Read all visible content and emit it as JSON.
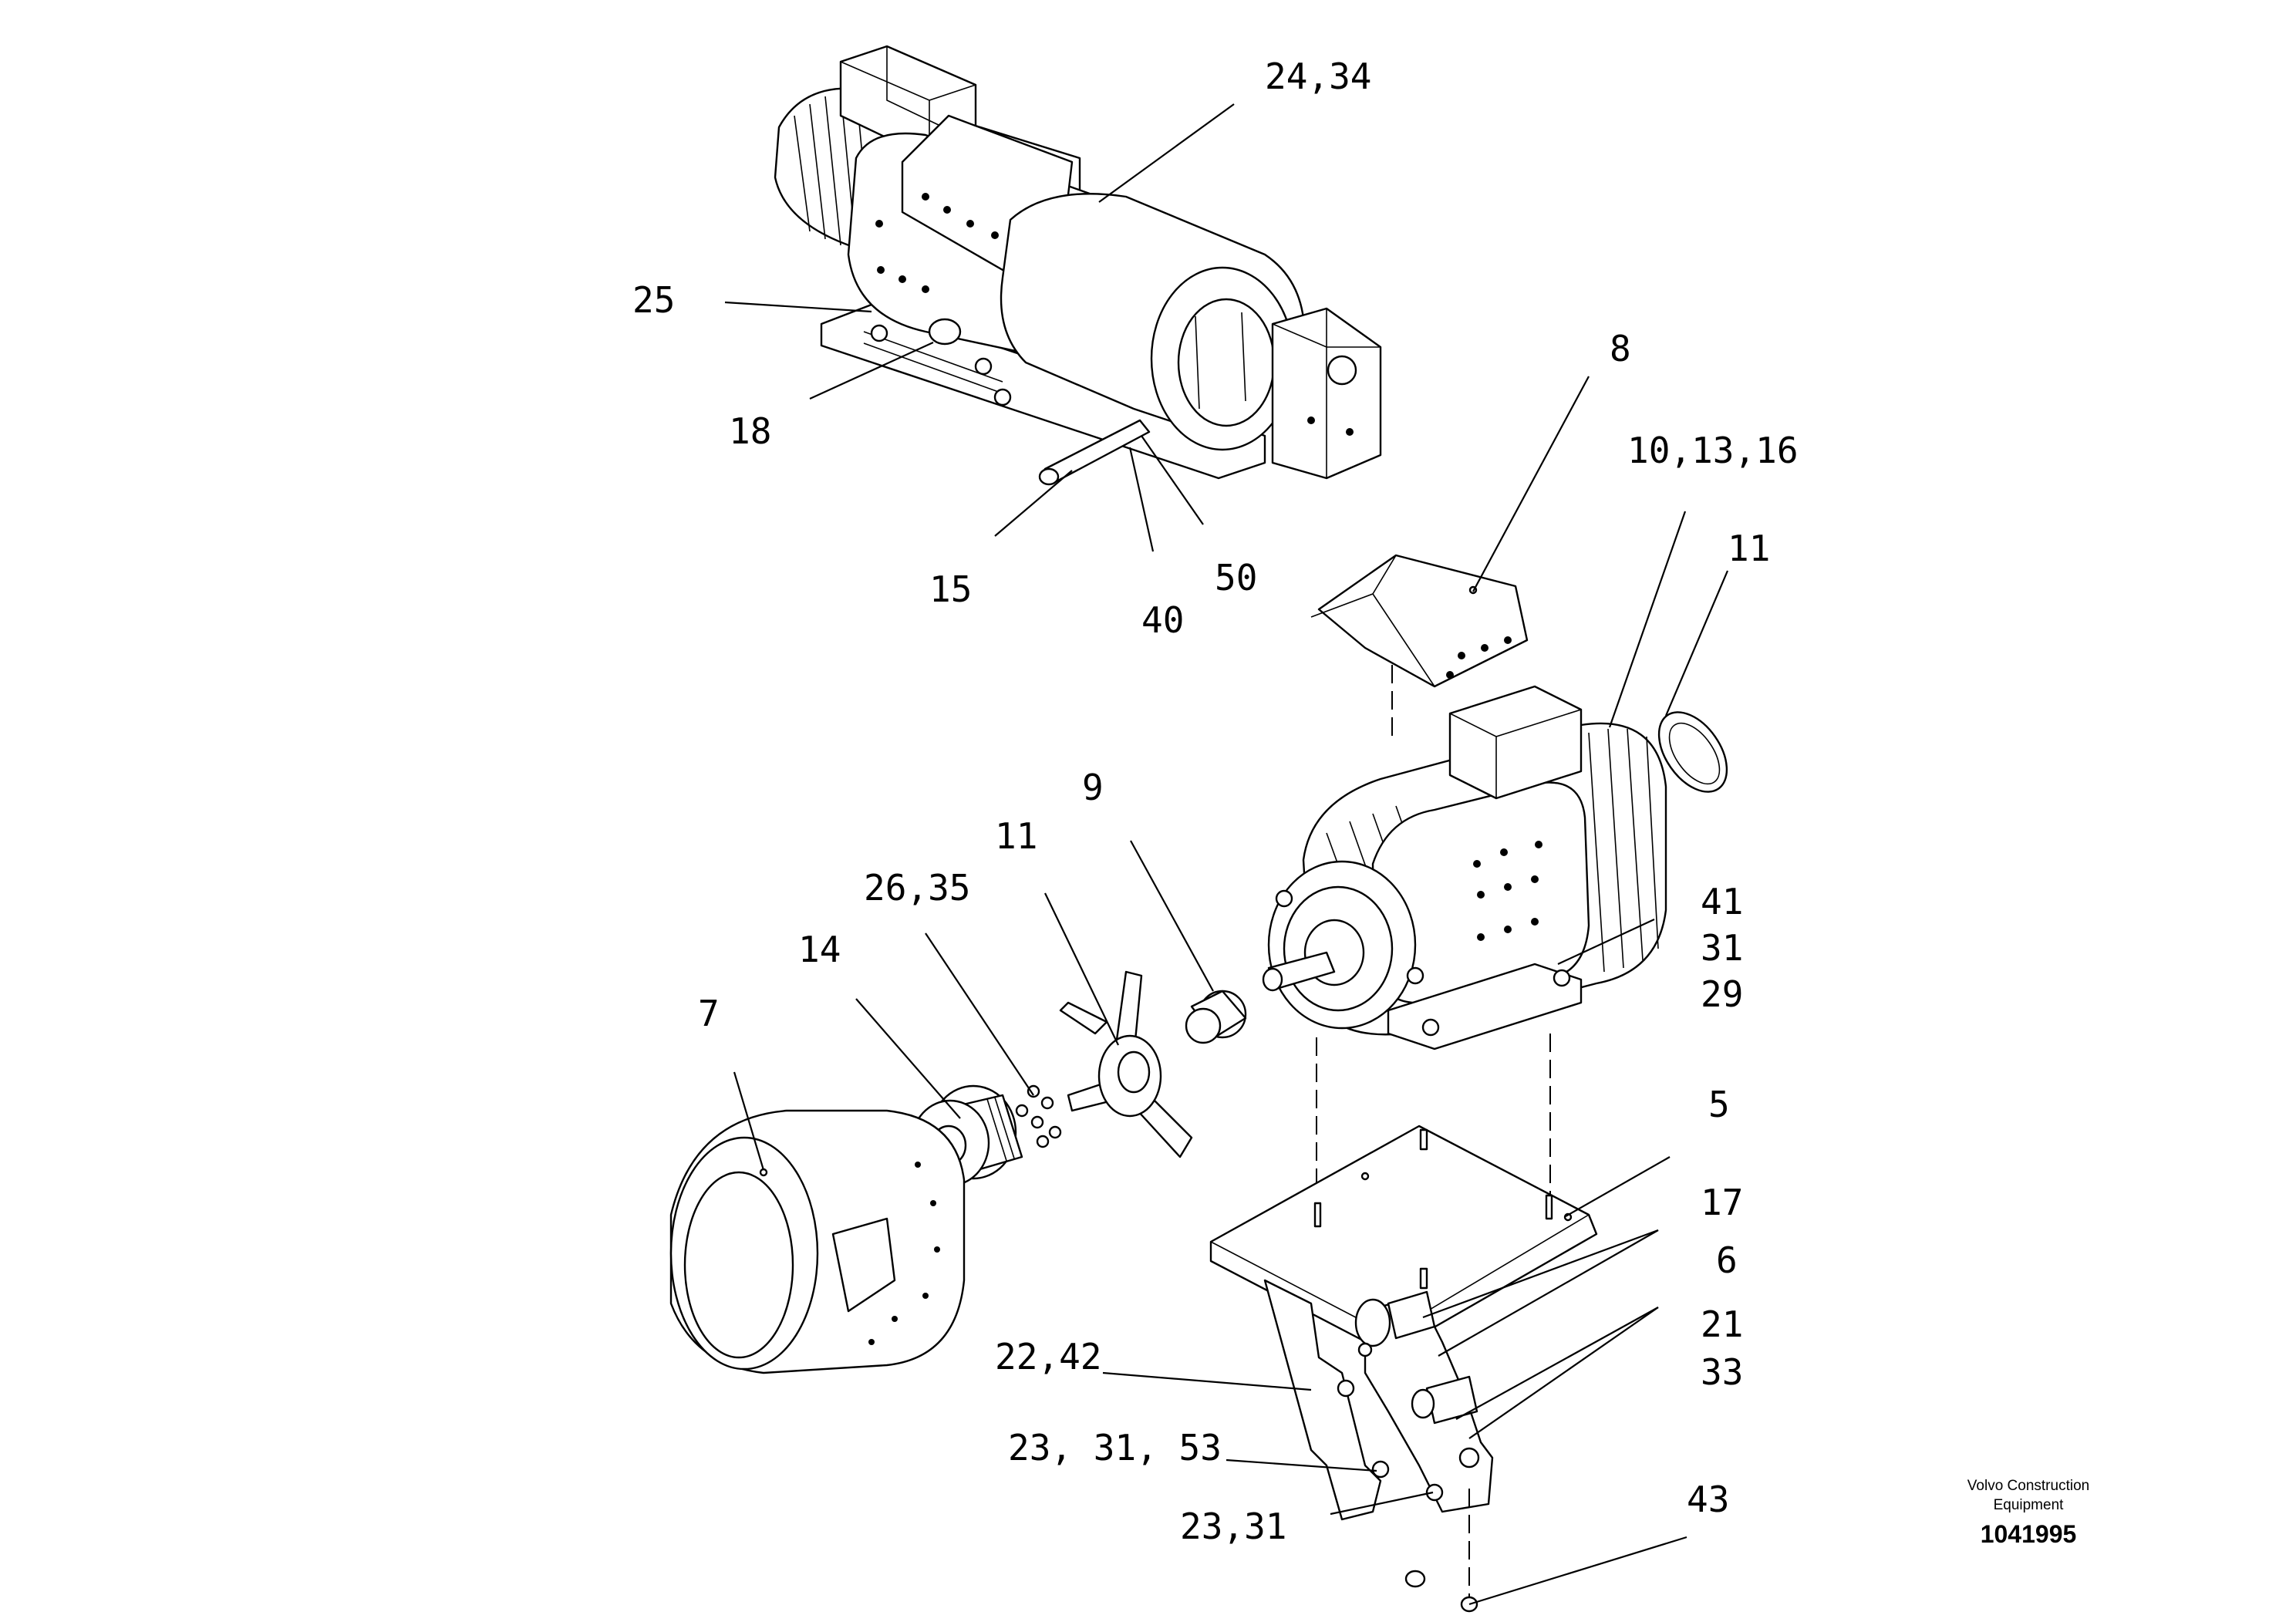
{
  "callouts": {
    "c_24_34": "24,34",
    "c_25": "25",
    "c_18": "18",
    "c_15": "15",
    "c_40": "40",
    "c_50": "50",
    "c_8": "8",
    "c_10_13_16": "10,13,16",
    "c_11_ring": "11",
    "c_9": "9",
    "c_11_fan": "11",
    "c_26_35": "26,35",
    "c_14": "14",
    "c_7": "7",
    "c_41": "41",
    "c_31": "31",
    "c_29": "29",
    "c_5": "5",
    "c_17": "17",
    "c_6": "6",
    "c_21": "21",
    "c_33": "33",
    "c_22_42": "22,42",
    "c_23_31_53": "23, 31, 53",
    "c_23_31": "23,31",
    "c_43": "43"
  },
  "watermark": {
    "company_line1": "Volvo Construction",
    "company_line2": "Equipment",
    "drawing_number": "1041995"
  }
}
